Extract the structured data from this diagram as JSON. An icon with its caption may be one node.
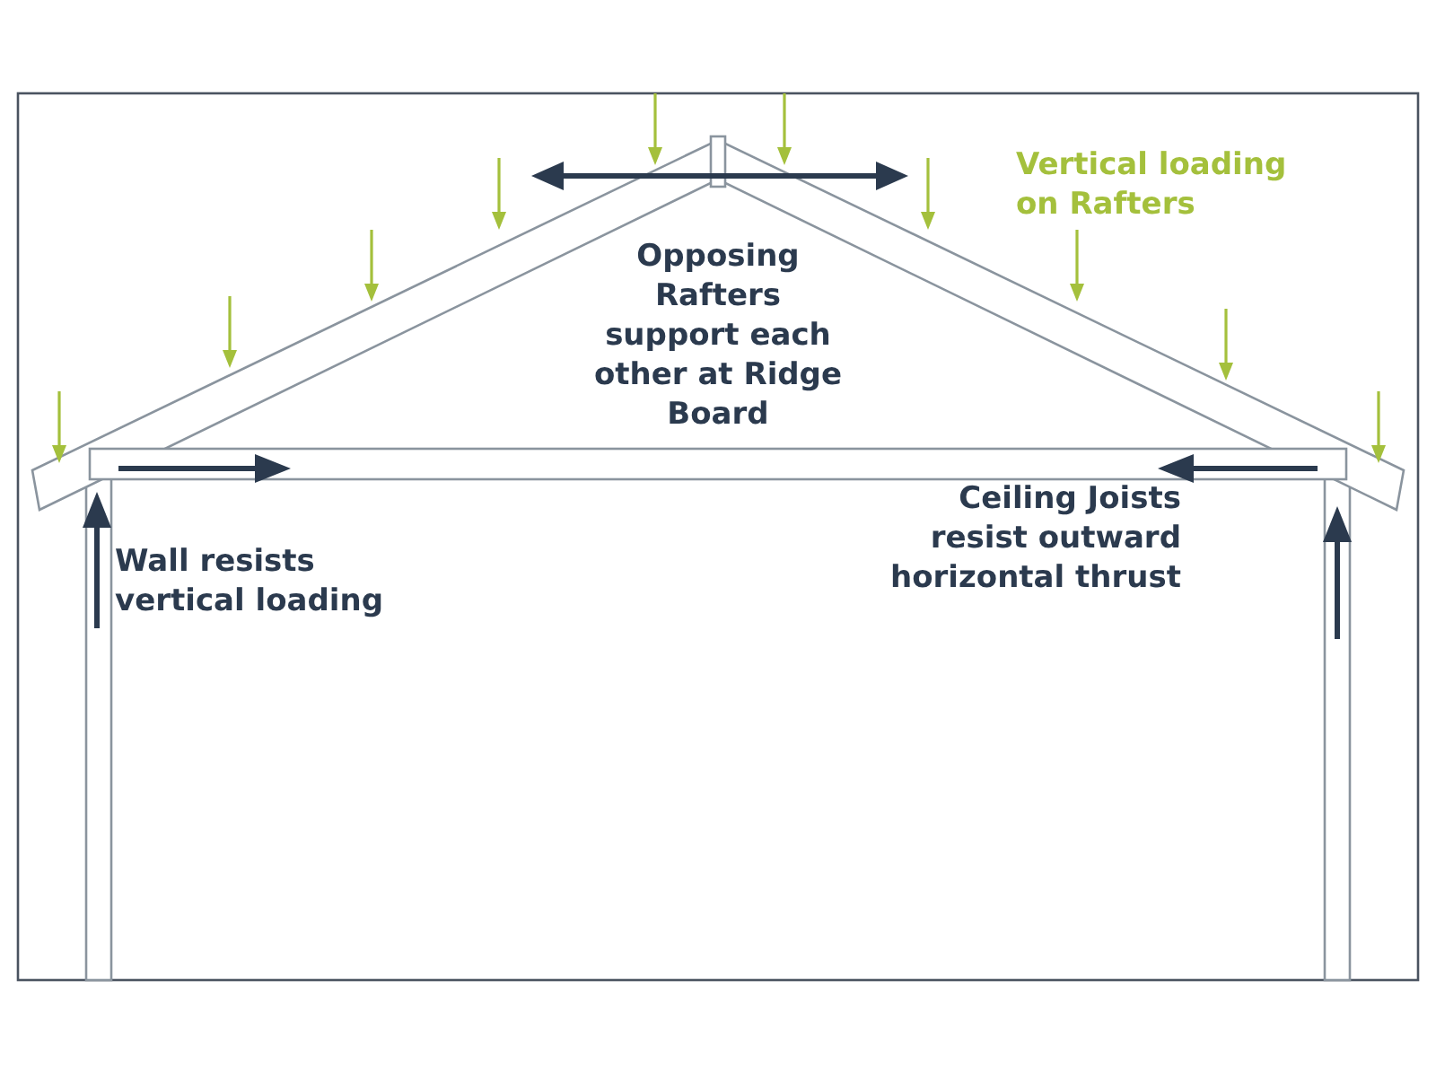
{
  "diagram": {
    "labels": [
      "Vertical loading on Rafters",
      "Opposing Rafters support each other at Ridge Board",
      "Ceiling Joists resist outward horizontal thrust",
      "Wall resists vertical loading"
    ]
  }
}
